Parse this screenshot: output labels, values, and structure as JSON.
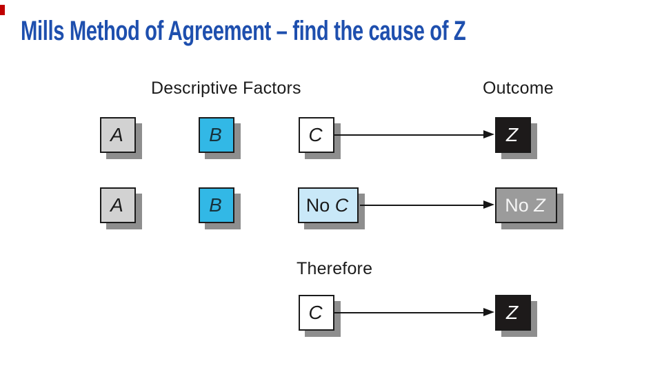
{
  "slide": {
    "title": "Mills Method of Agreement – find the cause of Z"
  },
  "colors": {
    "title_text": "#1e4fae",
    "red_edge_mark": "#c00000",
    "header_text": "#1b1b1b",
    "box_border": "#1a1a1a",
    "box_shadow": "#8e8e8e",
    "arrow": "#161616",
    "gray_fill": "#d2d2d2",
    "cyan_fill": "#32b8e6",
    "white_fill": "#ffffff",
    "black_fill": "#1d1a1a",
    "light_blue_fill": "#c9e8f8",
    "mid_gray_fill": "#9b9b9b"
  },
  "diagram": {
    "headers": {
      "factors": "Descriptive Factors",
      "outcome": "Outcome",
      "therefore": "Therefore"
    },
    "rows": [
      {
        "boxes": [
          {
            "prefix": "",
            "var": "A",
            "fill": "#d2d2d2",
            "text": "#1a1a1a"
          },
          {
            "prefix": "",
            "var": "B",
            "fill": "#32b8e6",
            "text": "#17333d"
          },
          {
            "prefix": "",
            "var": "C",
            "fill": "#ffffff",
            "text": "#1a1a1a"
          },
          {
            "prefix": "",
            "var": "Z",
            "fill": "#1d1a1a",
            "text": "#ffffff"
          }
        ]
      },
      {
        "boxes": [
          {
            "prefix": "",
            "var": "A",
            "fill": "#d2d2d2",
            "text": "#1a1a1a"
          },
          {
            "prefix": "",
            "var": "B",
            "fill": "#32b8e6",
            "text": "#17333d"
          },
          {
            "prefix": "No ",
            "var": "C",
            "fill": "#c9e8f8",
            "text": "#1a1a1a"
          },
          {
            "prefix": "No ",
            "var": "Z",
            "fill": "#9b9b9b",
            "text": "#f5f5f5"
          }
        ]
      },
      {
        "boxes": [
          {
            "prefix": "",
            "var": "C",
            "fill": "#ffffff",
            "text": "#1a1a1a"
          },
          {
            "prefix": "",
            "var": "Z",
            "fill": "#1d1a1a",
            "text": "#ffffff"
          }
        ]
      }
    ]
  }
}
